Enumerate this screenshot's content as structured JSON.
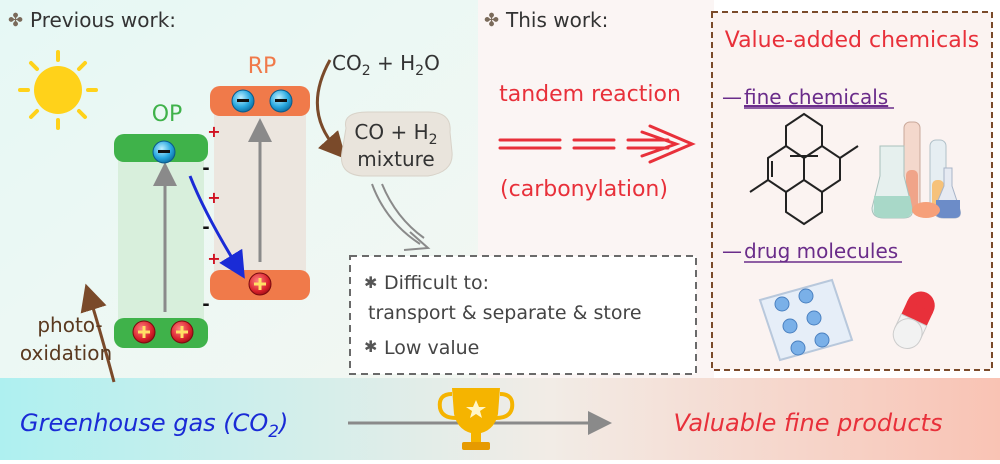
{
  "left_panel": {
    "heading": "Previous work:",
    "op_label": "OP",
    "rp_label": "RP",
    "reactants": "CO",
    "reactants_sub": "2",
    "reactants_tail": " + H",
    "reactants_tail_sub": "2",
    "reactants_end": "O",
    "mixture_line1": "CO + H",
    "mixture_line1_sub": "2",
    "mixture_line2": "mixture",
    "photo_line1": "photo-",
    "photo_line2": "oxidation",
    "plus_sign": "+",
    "minus_sign": "-",
    "drawbacks": {
      "item1_line1": "Difficult to:",
      "item1_line2": "transport & separate & store",
      "item2": "Low value"
    }
  },
  "middle_panel": {
    "heading": "This work:",
    "reaction_label": "tandem reaction",
    "reaction_sublabel": "(carbonylation)"
  },
  "right_panel": {
    "title": "Value-added chemicals",
    "category1": "fine chemicals",
    "category2": "drug molecules",
    "dash": "—"
  },
  "bottom_bar": {
    "left_text": "Greenhouse gas (CO",
    "left_sub": "2",
    "left_close": ")",
    "right_text": "Valuable fine products"
  },
  "colors": {
    "op_green": "#3fb24a",
    "rp_orange": "#f07a4a",
    "red_text": "#e8303a",
    "blue_text": "#1a2bd6",
    "purple": "#6a2c8a",
    "brown": "#7a4a2a"
  }
}
